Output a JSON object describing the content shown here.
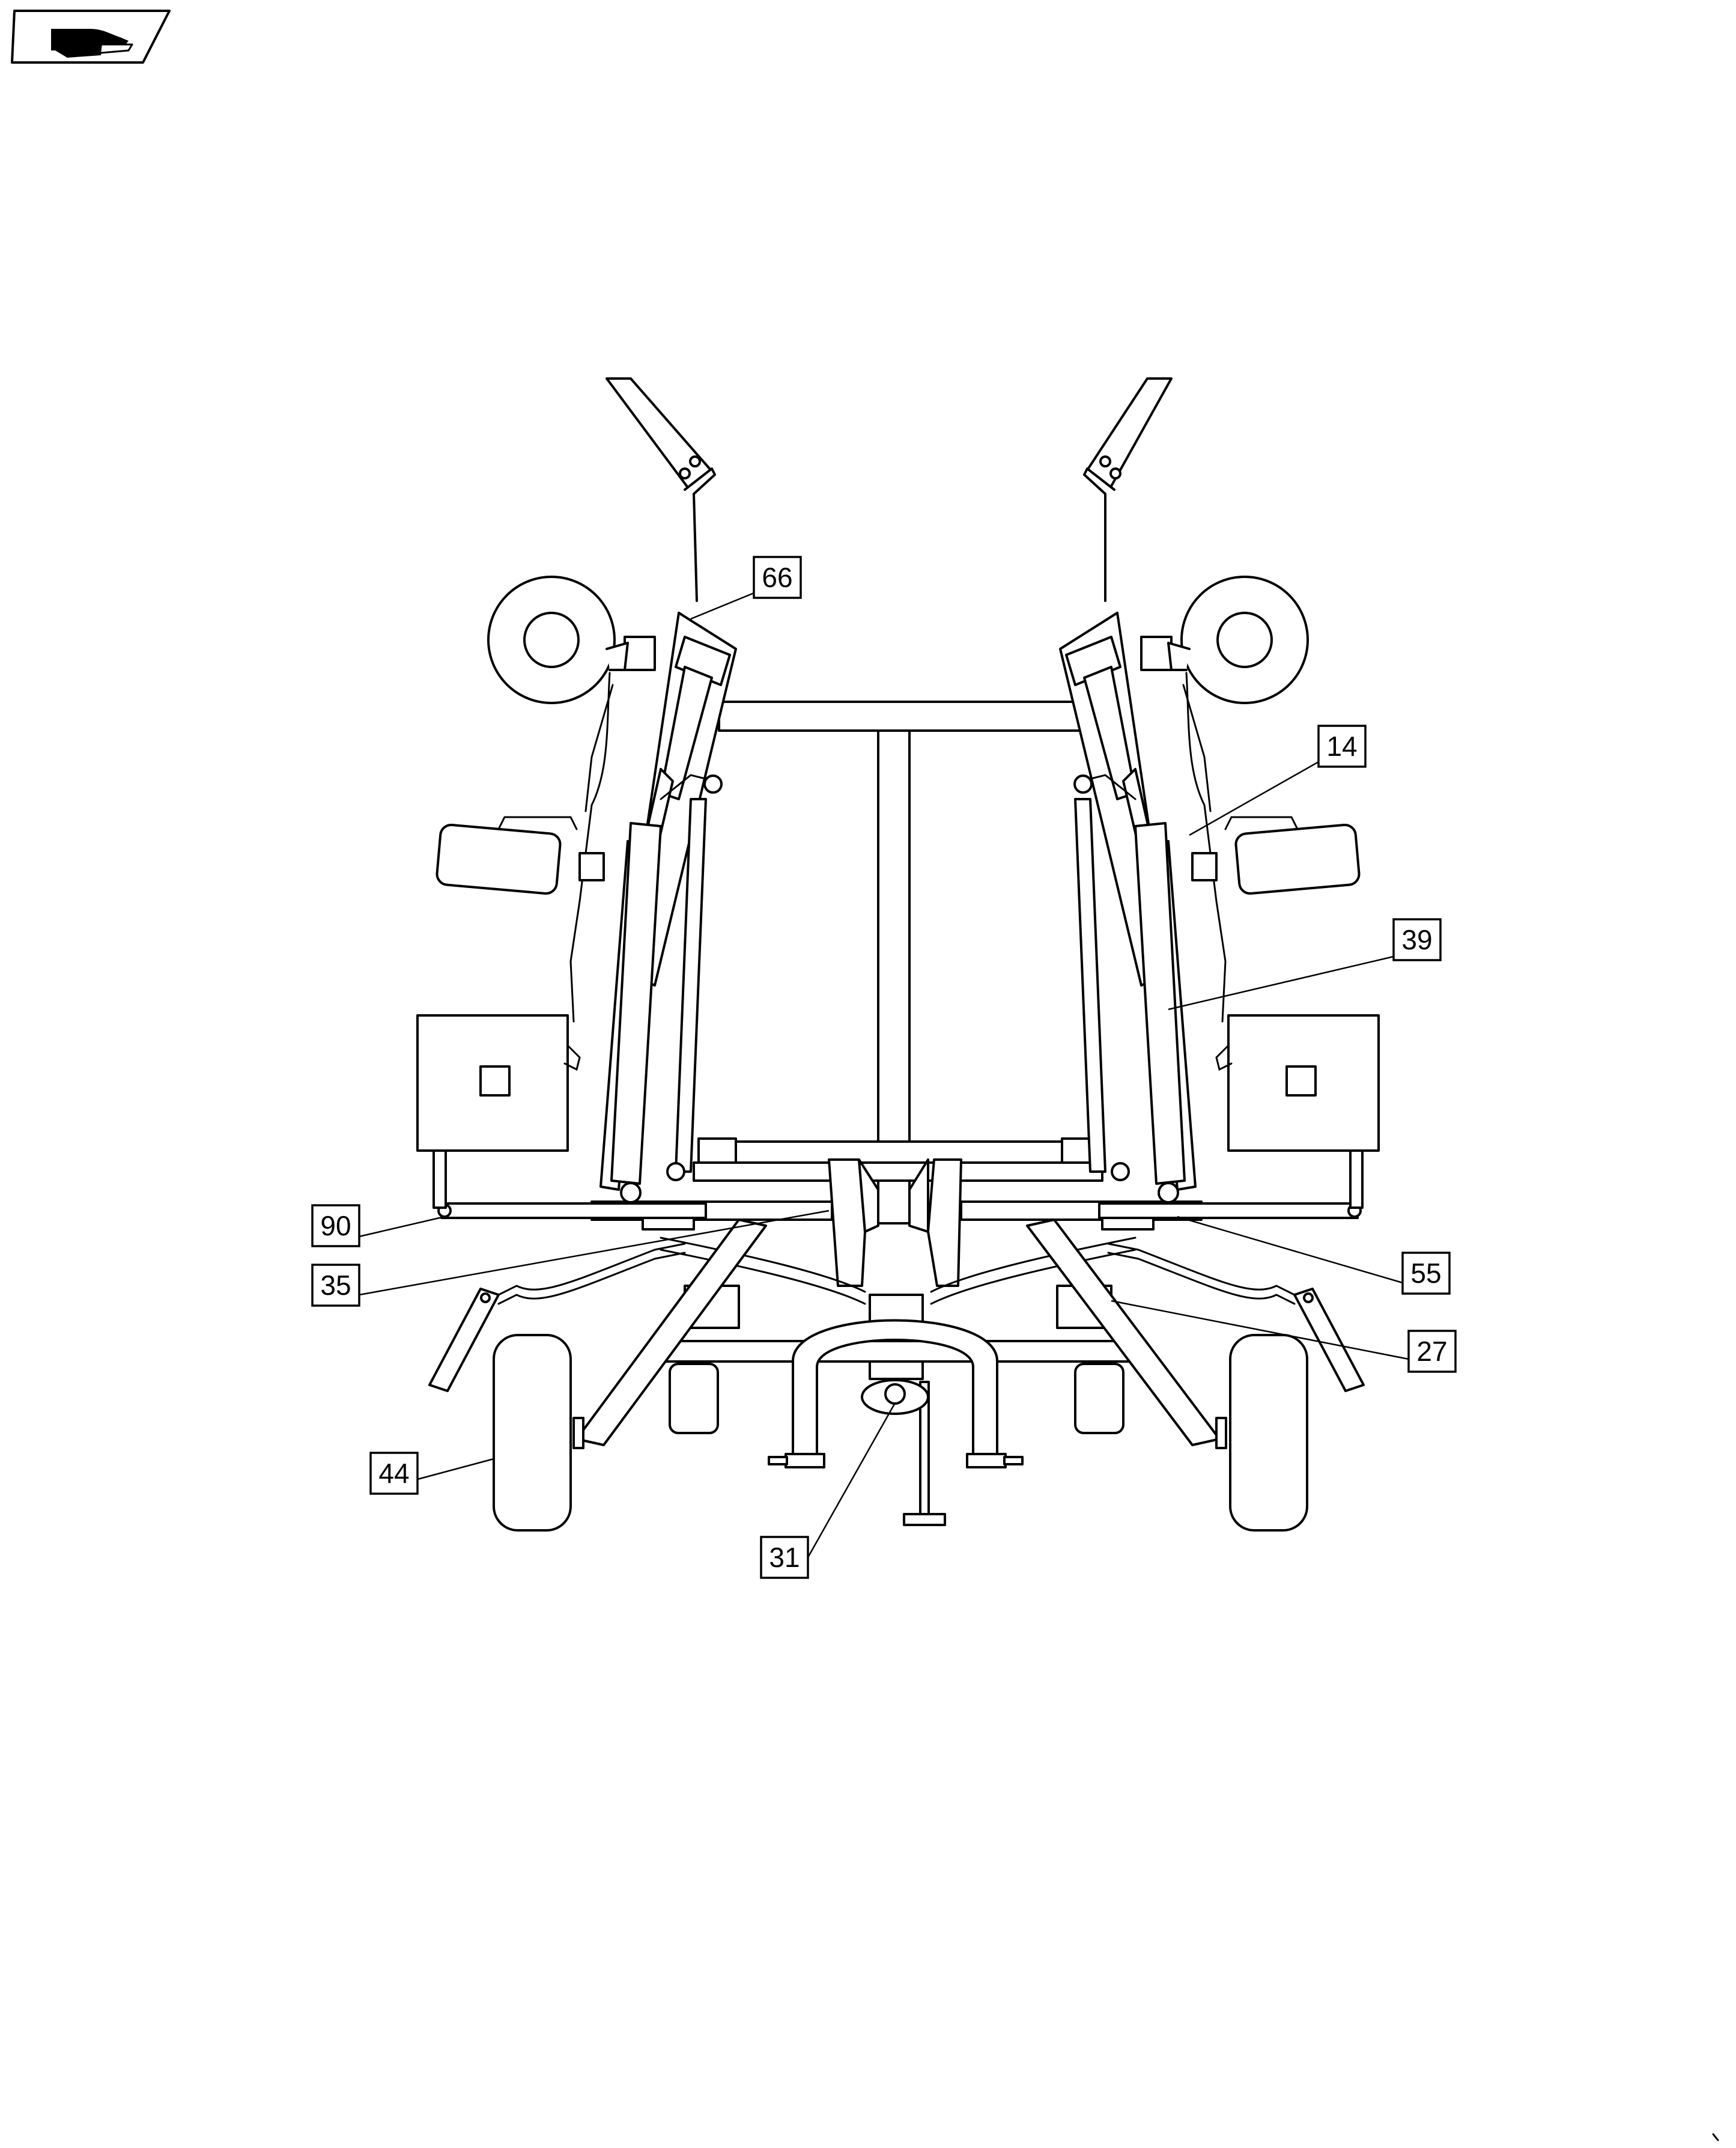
{
  "diagram": {
    "nav_icon": "hand-pointer-icon",
    "callouts": [
      {
        "id": "c66",
        "label": "66"
      },
      {
        "id": "c14",
        "label": "14"
      },
      {
        "id": "c39",
        "label": "39"
      },
      {
        "id": "c90",
        "label": "90"
      },
      {
        "id": "c35",
        "label": "35"
      },
      {
        "id": "c55",
        "label": "55"
      },
      {
        "id": "c27",
        "label": "27"
      },
      {
        "id": "c44",
        "label": "44"
      },
      {
        "id": "c31",
        "label": "31"
      }
    ]
  },
  "colors": {
    "line": "#000000",
    "background": "#ffffff"
  }
}
